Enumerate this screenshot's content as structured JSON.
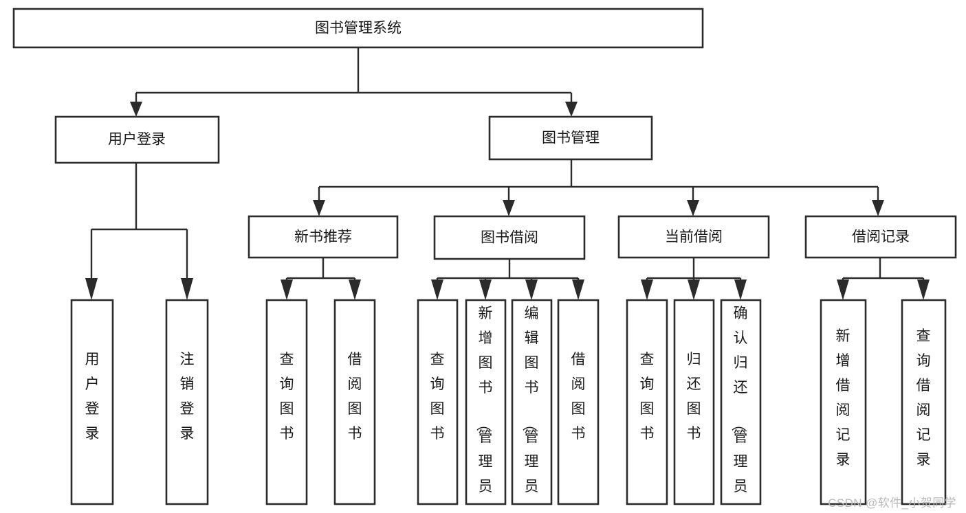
{
  "diagram": {
    "type": "hierarchy-tree",
    "title_node": {
      "id": "root",
      "label": "图书管理系统"
    },
    "level1": [
      {
        "id": "user-login",
        "label": "用户登录"
      },
      {
        "id": "book-manage",
        "label": "图书管理"
      }
    ],
    "level2": [
      {
        "id": "new-book-recommend",
        "label": "新书推荐",
        "parent": "book-manage"
      },
      {
        "id": "book-borrow",
        "label": "图书借阅",
        "parent": "book-manage"
      },
      {
        "id": "current-borrow",
        "label": "当前借阅",
        "parent": "book-manage"
      },
      {
        "id": "borrow-record",
        "label": "借阅记录",
        "parent": "book-manage"
      }
    ],
    "leaves": [
      {
        "id": "leaf-user-login",
        "parent": "user-login",
        "label": "用户登录"
      },
      {
        "id": "leaf-logout-login",
        "parent": "user-login",
        "label": "注销登录"
      },
      {
        "id": "leaf-query-book-1",
        "parent": "new-book-recommend",
        "label": "查询图书"
      },
      {
        "id": "leaf-borrow-book-1",
        "parent": "new-book-recommend",
        "label": "借阅图书"
      },
      {
        "id": "leaf-query-book-2",
        "parent": "book-borrow",
        "label": "查询图书"
      },
      {
        "id": "leaf-add-book",
        "parent": "book-borrow",
        "label": "新增图书（管理员）"
      },
      {
        "id": "leaf-edit-book",
        "parent": "book-borrow",
        "label": "编辑图书（管理员）"
      },
      {
        "id": "leaf-borrow-book-2",
        "parent": "book-borrow",
        "label": "借阅图书"
      },
      {
        "id": "leaf-query-book-3",
        "parent": "current-borrow",
        "label": "查询图书"
      },
      {
        "id": "leaf-return-book",
        "parent": "current-borrow",
        "label": "归还图书"
      },
      {
        "id": "leaf-confirm-return",
        "parent": "current-borrow",
        "label": "确认归还（管理员）"
      },
      {
        "id": "leaf-add-record",
        "parent": "borrow-record",
        "label": "新增借阅记录"
      },
      {
        "id": "leaf-query-record",
        "parent": "borrow-record",
        "label": "查询借阅记录"
      }
    ],
    "colors": {
      "stroke": "#2b2b2b",
      "box_fill": "#ffffff",
      "text": "#1a1a1a",
      "background": "#ffffff",
      "watermark": "#b9b9b9"
    }
  },
  "watermark": {
    "text": "CSDN @软件_小贺同学"
  }
}
